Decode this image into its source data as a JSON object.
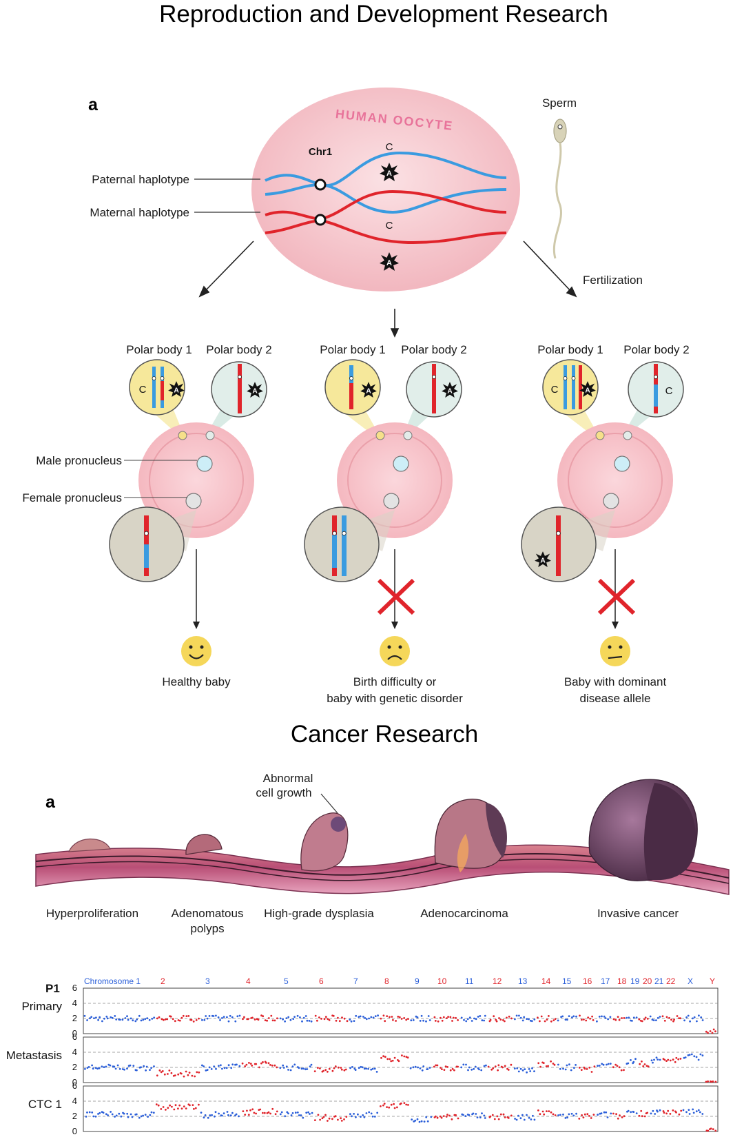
{
  "sections": {
    "reproduction_title": "Reproduction and Development Research",
    "cancer_title": "Cancer Research"
  },
  "repro": {
    "panel_label": "a",
    "oocyte_label": "HUMAN OOCYTE",
    "chr_label": "Chr1",
    "allele_c": "C",
    "allele_a": "A",
    "paternal_label": "Paternal haplotype",
    "maternal_label": "Maternal haplotype",
    "sperm_label": "Sperm",
    "fertilization_label": "Fertilization",
    "polar_body_1": "Polar body 1",
    "polar_body_2": "Polar body 2",
    "male_pronucleus": "Male pronucleus",
    "female_pronucleus": "Female pronucleus",
    "outcomes": [
      {
        "line1": "Healthy baby",
        "line2": ""
      },
      {
        "line1": "Birth difficulty or",
        "line2": "baby with genetic disorder"
      },
      {
        "line1": "Baby with dominant",
        "line2": "disease allele"
      }
    ]
  },
  "cancer": {
    "panel_label": "a",
    "abnormal_line1": "Abnormal",
    "abnormal_line2": "cell growth",
    "stages": [
      {
        "line1": "Hyperproliferation",
        "line2": ""
      },
      {
        "line1": "Adenomatous",
        "line2": "polyps"
      },
      {
        "line1": "High-grade dysplasia",
        "line2": ""
      },
      {
        "line1": "Adenocarcinoma",
        "line2": ""
      },
      {
        "line1": "Invasive cancer",
        "line2": ""
      }
    ]
  },
  "cnv": {
    "patient": "P1",
    "row_labels": [
      "Primary",
      "Metastasis",
      "CTC 1"
    ],
    "y_ticks": [
      "6",
      "4",
      "2",
      "0"
    ],
    "chromosomes": [
      "Chromosome 1",
      "2",
      "3",
      "4",
      "5",
      "6",
      "7",
      "8",
      "9",
      "10",
      "11",
      "12",
      "13",
      "14",
      "15",
      "16",
      "17",
      "18",
      "19",
      "20",
      "21",
      "22",
      "X",
      "Y"
    ],
    "colors": {
      "blue": "#2b5fd9",
      "red": "#e0242b"
    }
  },
  "colors": {
    "paternal": "#3a9be0",
    "maternal": "#e0242b",
    "oocyte": "#f6c9cf",
    "smiley": "#f5d75a",
    "cross": "#e0242b"
  }
}
